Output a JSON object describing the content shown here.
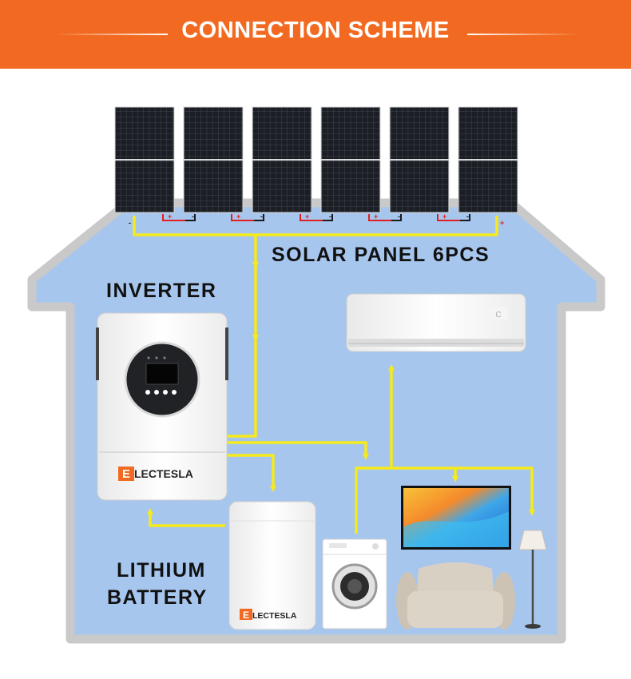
{
  "header": {
    "title": "CONNECTION SCHEME"
  },
  "labels": {
    "solar_panels": "SOLAR PANEL 6PCS",
    "inverter": "INVERTER",
    "battery_line1": "LITHIUM",
    "battery_line2": "BATTERY"
  },
  "brand": {
    "name": "LECTESLA",
    "initial": "E"
  },
  "ac_display": "C",
  "terminals": {
    "positive": "+",
    "negative": "-"
  },
  "colors": {
    "header_bg": "#f26a21",
    "house_fill": "#a7c6ee",
    "house_outline": "#c9c9c9",
    "wire": "#f5ea1a",
    "panel": "#1b1e24",
    "brand_orange": "#f26a21"
  },
  "icons": [
    "solar-panel-icon",
    "inverter-icon",
    "battery-icon",
    "air-conditioner-icon",
    "washing-machine-icon",
    "tv-icon",
    "sofa-icon",
    "floor-lamp-icon"
  ]
}
